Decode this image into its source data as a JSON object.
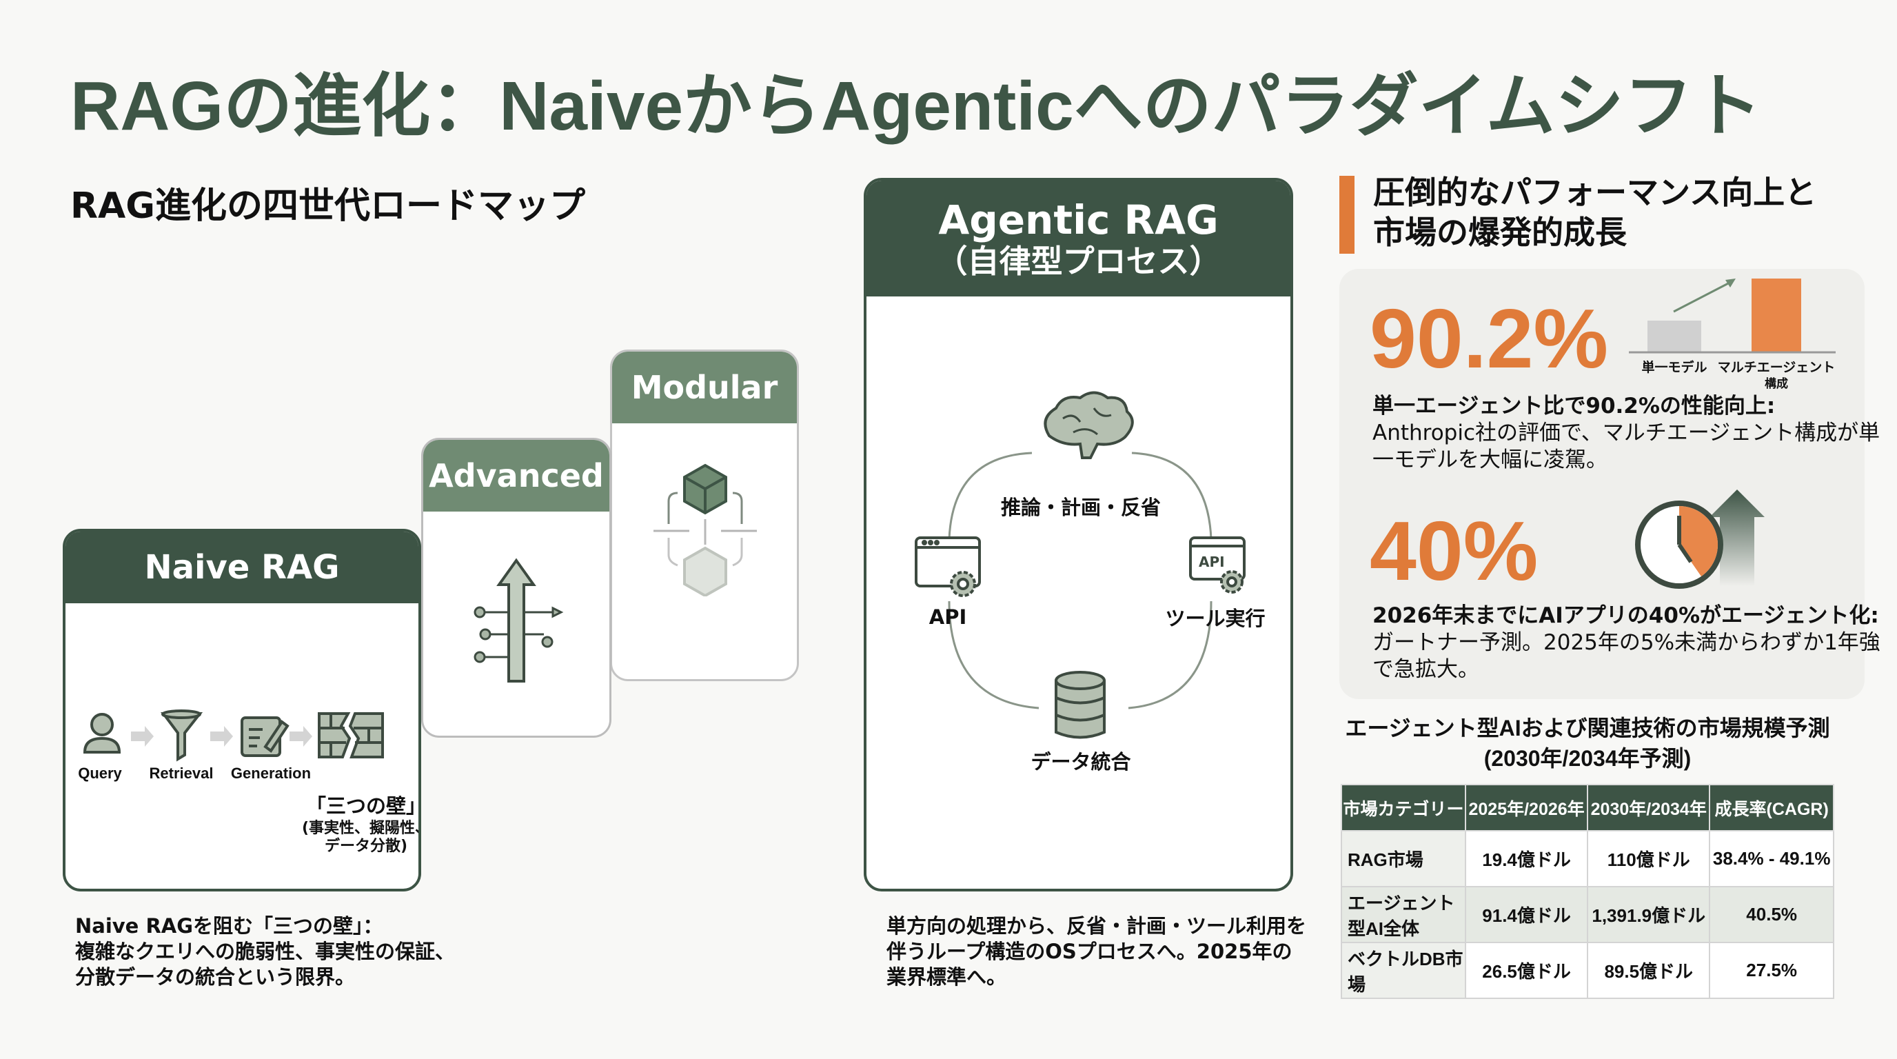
{
  "title": "RAGの進化：NaiveからAgenticへのパラダイムシフト",
  "roadmap": {
    "title": "RAG進化の四世代ロードマップ",
    "naive": {
      "header": "Naive RAG",
      "steps": [
        "Query",
        "Retrieval",
        "Generation"
      ],
      "wall_label": "「三つの壁」",
      "wall_sub_1": "(事実性、擬陽性、",
      "wall_sub_2": "データ分散)",
      "note": [
        "Naive RAGを阻む「三つの壁」：",
        "複雑なクエリへの脆弱性、事実性の保証、",
        "分散データの統合という限界。"
      ]
    },
    "advanced": {
      "header": "Advanced"
    },
    "modular": {
      "header": "Modular"
    },
    "agentic": {
      "header": "Agentic RAG",
      "subheader": "（自律型プロセス）",
      "nodes": {
        "reasoning": "推論・計画・反省",
        "api": "API",
        "tool": "ツール実行",
        "tool_icon_text": "API",
        "data": "データ統合"
      },
      "note": [
        "単方向の処理から、反省・計画・ツール利用を",
        "伴うループ構造のOSプロセスへ。2025年の",
        "業界標準へ。"
      ]
    }
  },
  "stats": {
    "heading": [
      "圧倒的なパフォーマンス向上と",
      "市場の爆発的成長"
    ],
    "stat1": {
      "value": "90.2%",
      "bar_labels": [
        "単一モデル",
        "マルチエージェント",
        "構成"
      ],
      "headline": "単一エージェント比で90.2%の性能向上:",
      "body": [
        "Anthropic社の評価で、マルチエージェント構成が単",
        "一モデルを大幅に凌駕。"
      ]
    },
    "stat2": {
      "value": "40%",
      "headline": "2026年末までにAIアプリの40%がエージェント化:",
      "body": [
        "ガートナー予測。2025年の5%未満からわずか1年強",
        "で急拡大。"
      ]
    }
  },
  "market_table": {
    "title": [
      "エージェント型AIおよび関連技術の市場規模予測",
      "(2030年/2034年予測)"
    ],
    "headers": [
      "市場カテゴリー",
      "2025年/2026年",
      "2030年/2034年",
      "成長率(CAGR)"
    ],
    "rows": [
      [
        "RAG市場",
        "19.4億ドル",
        "110億ドル",
        "38.4% - 49.1%"
      ],
      [
        "エージェント型AI全体",
        "91.4億ドル",
        "1,391.9億ドル",
        "40.5%"
      ],
      [
        "ベクトルDB市場",
        "26.5億ドル",
        "89.5億ドル",
        "27.5%"
      ]
    ]
  },
  "colors": {
    "dark_green": "#3d5445",
    "mid_green": "#708b73",
    "accent_orange": "#e07b39"
  }
}
